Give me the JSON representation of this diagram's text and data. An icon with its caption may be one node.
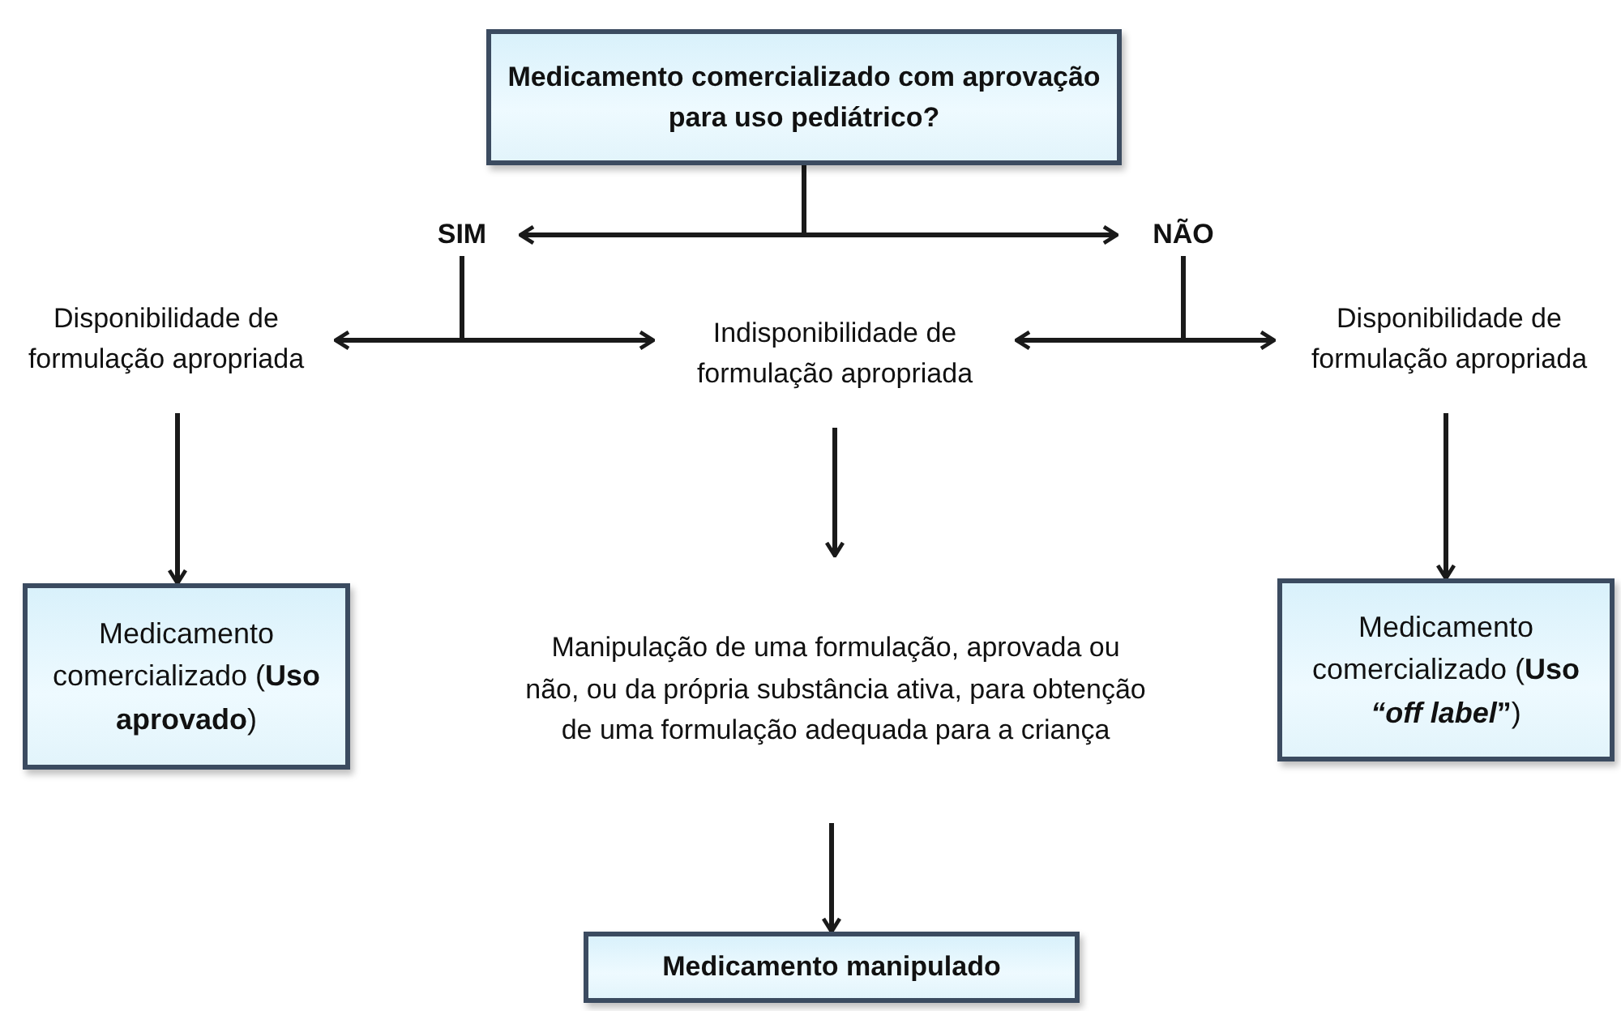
{
  "diagram": {
    "nodes": [
      {
        "text": [
          "Medicamento comercializado com aprovação para uso pediátrico?"
        ]
      },
      {
        "text": [
          "SIM"
        ]
      },
      {
        "text": [
          "NÃO"
        ]
      },
      {
        "text": [
          "Disponibilidade de formulação apropriada"
        ]
      },
      {
        "text": [
          "Indisponibilidade de formulação apropriada"
        ]
      },
      {
        "text": [
          "Disponibilidade de formulação apropriada"
        ]
      },
      {
        "text": [
          "Medicamento comercializado (**Uso aprovado**)"
        ]
      },
      {
        "text": [
          "Manipulação de uma formulação, aprovada ou não, ou da própria substância ativa, para obtenção de uma formulação adequada para a criança"
        ]
      },
      {
        "text": [
          "Medicamento comercializado (**Uso *“off label*”**)"
        ]
      },
      {
        "text": [
          "Medicamento manipulado"
        ]
      }
    ],
    "edges": [
      {
        "from": 0,
        "to": 1,
        "arrow": "to"
      },
      {
        "from": 0,
        "to": 2,
        "arrow": "to"
      },
      {
        "from": 1,
        "to": 3,
        "arrow": "to"
      },
      {
        "from": 1,
        "to": 4,
        "arrow": "to"
      },
      {
        "from": 2,
        "to": 4,
        "arrow": "to"
      },
      {
        "from": 2,
        "to": 5,
        "arrow": "to"
      },
      {
        "from": 3,
        "to": 6,
        "arrow": "to"
      },
      {
        "from": 4,
        "to": 7,
        "arrow": "to"
      },
      {
        "from": 5,
        "to": 8,
        "arrow": "to"
      },
      {
        "from": 7,
        "to": 9,
        "arrow": "to"
      }
    ]
  }
}
